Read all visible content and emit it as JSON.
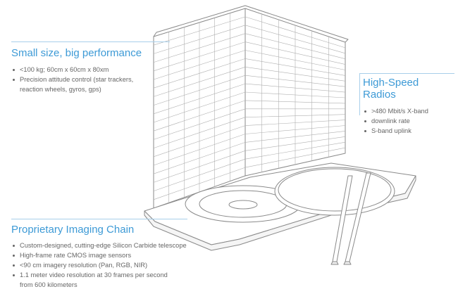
{
  "callouts": {
    "size": {
      "title": "Small size, big performance",
      "items": [
        "<100 kg; 60cm x 60cm x 80xm",
        "Precision attitude control (star trackers,",
        "reaction wheels, gyros, gps)"
      ]
    },
    "radios": {
      "title": "High-Speed Radios",
      "items": [
        ">480 Mbit/s X-band",
        "downlink rate",
        "S-band uplink"
      ]
    },
    "imaging": {
      "title": "Proprietary Imaging Chain",
      "items": [
        "Custom-designed, cutting-edge Silicon Carbide telescope",
        "High-frame rate CMOS image sensors",
        "<90 cm imagery resolution (Pan, RGB, NIR)",
        "1.1 meter video resolution at 30 frames per second",
        "from 600 kilometers"
      ]
    }
  },
  "colors": {
    "accent": "#3d9ad6",
    "line": "#a8cfea",
    "stroke": "#8a8a8a",
    "text": "#666666"
  }
}
